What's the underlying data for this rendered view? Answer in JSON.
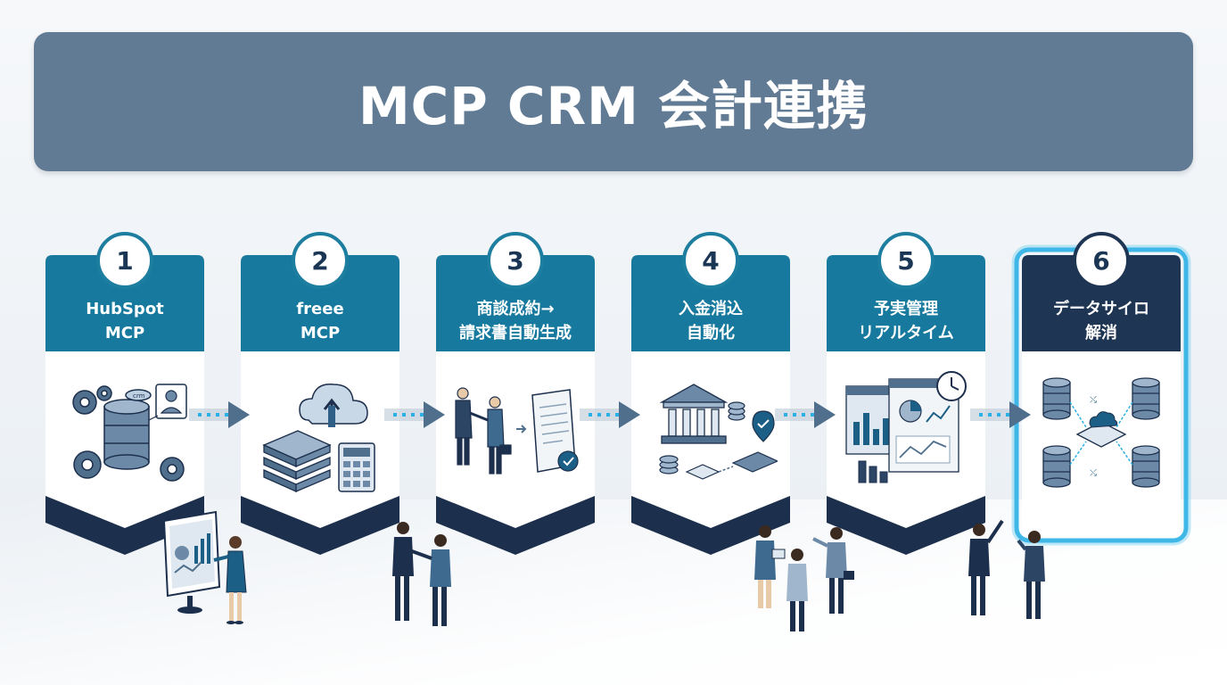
{
  "title": "MCP CRM 会計連携",
  "steps": [
    {
      "number": "1",
      "line1": "HubSpot",
      "line2": "MCP",
      "icon": "crm-database-gears-icon"
    },
    {
      "number": "2",
      "line1": "freee",
      "line2": "MCP",
      "icon": "cloud-accounting-icon"
    },
    {
      "number": "3",
      "line1": "商談成約→",
      "line2": "請求書自動生成",
      "icon": "deal-invoice-icon"
    },
    {
      "number": "4",
      "line1": "入金消込",
      "line2": "自動化",
      "icon": "bank-payment-icon"
    },
    {
      "number": "5",
      "line1": "予実管理",
      "line2": "リアルタイム",
      "icon": "dashboard-clock-icon"
    },
    {
      "number": "6",
      "line1": "データサイロ",
      "line2": "解消",
      "icon": "database-sync-icon",
      "highlighted": true
    }
  ],
  "colors": {
    "title_bg": "#627b94",
    "header_teal": "#16799d",
    "header_dark": "#1e3553",
    "base_dark": "#1c2f4c",
    "highlight_glow": "#2ab0e6"
  }
}
